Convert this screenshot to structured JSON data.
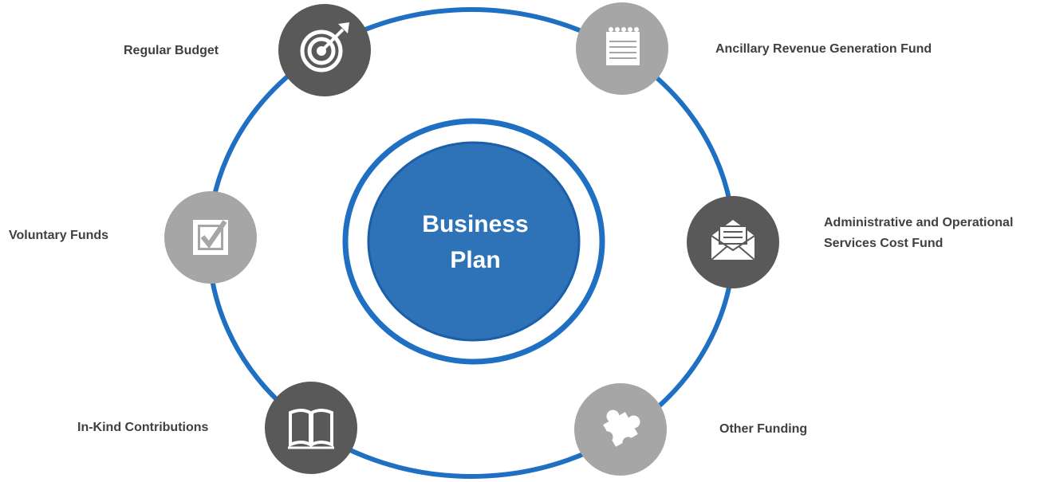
{
  "center": {
    "line1": "Business",
    "line2": "Plan"
  },
  "nodes": [
    {
      "id": "regular-budget",
      "label": "Regular  Budget",
      "icon": "target-icon"
    },
    {
      "id": "ancillary-revenue",
      "label": "Ancillary Revenue Generation Fund",
      "icon": "notepad-icon"
    },
    {
      "id": "administrative",
      "label_line1": "Administrative and Operational",
      "label_line2": "Services Cost Fund",
      "icon": "envelope-icon"
    },
    {
      "id": "other-funding",
      "label": "Other Funding",
      "icon": "puzzle-icon"
    },
    {
      "id": "in-kind",
      "label": "In-Kind Contributions",
      "icon": "book-icon"
    },
    {
      "id": "voluntary-funds",
      "label": "Voluntary Funds",
      "icon": "checkbox-icon"
    }
  ],
  "colors": {
    "ring": "#1f6fc3",
    "center_fill": "#2e72b8",
    "dark_node": "#595959",
    "light_node": "#a6a6a6",
    "label_text": "#404040"
  }
}
